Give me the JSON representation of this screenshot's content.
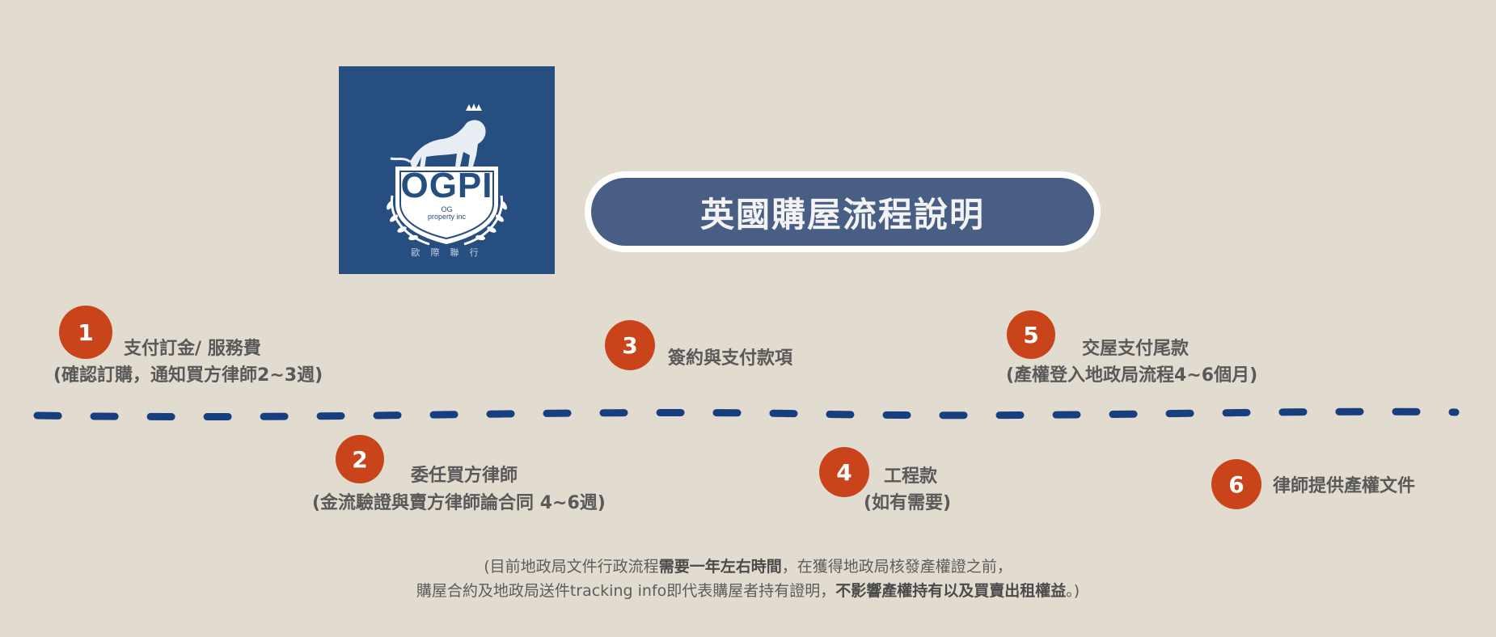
{
  "logo": {
    "brand": "OGPI",
    "small1": "OG",
    "small2": "property inc",
    "cn": "歐 際 聯 行"
  },
  "title": "英國購屋流程說明",
  "steps": [
    {
      "num": "1",
      "label": "支付訂金/ 服務費",
      "sub": "(確認訂購，通知買方律師2~3週)"
    },
    {
      "num": "2",
      "label": "委任買方律師",
      "sub": "(金流驗證與賣方律師論合同 4~6週)"
    },
    {
      "num": "3",
      "label": "簽約與支付款項",
      "sub": ""
    },
    {
      "num": "4",
      "label": "工程款",
      "sub": "(如有需要)"
    },
    {
      "num": "5",
      "label": "交屋支付尾款",
      "sub": "(產權登入地政局流程4~6個月)"
    },
    {
      "num": "6",
      "label": "律師提供產權文件",
      "sub": ""
    }
  ],
  "note": {
    "line1_a": "(目前地政局文件行政流程",
    "line1_b": "需要一年左右時間",
    "line1_c": "，在獲得地政局核發產權證之前，",
    "line2_a": "購屋合約及地政局送件tracking info即代表購屋者持有證明，",
    "line2_b": "不影響產權持有以及買賣出租權益",
    "line2_c": "。)"
  },
  "colors": {
    "background": "#e2dcd0",
    "navy": "#264e80",
    "badge": "#c9441a",
    "pill": "#485e85",
    "dash": "#173f80"
  }
}
